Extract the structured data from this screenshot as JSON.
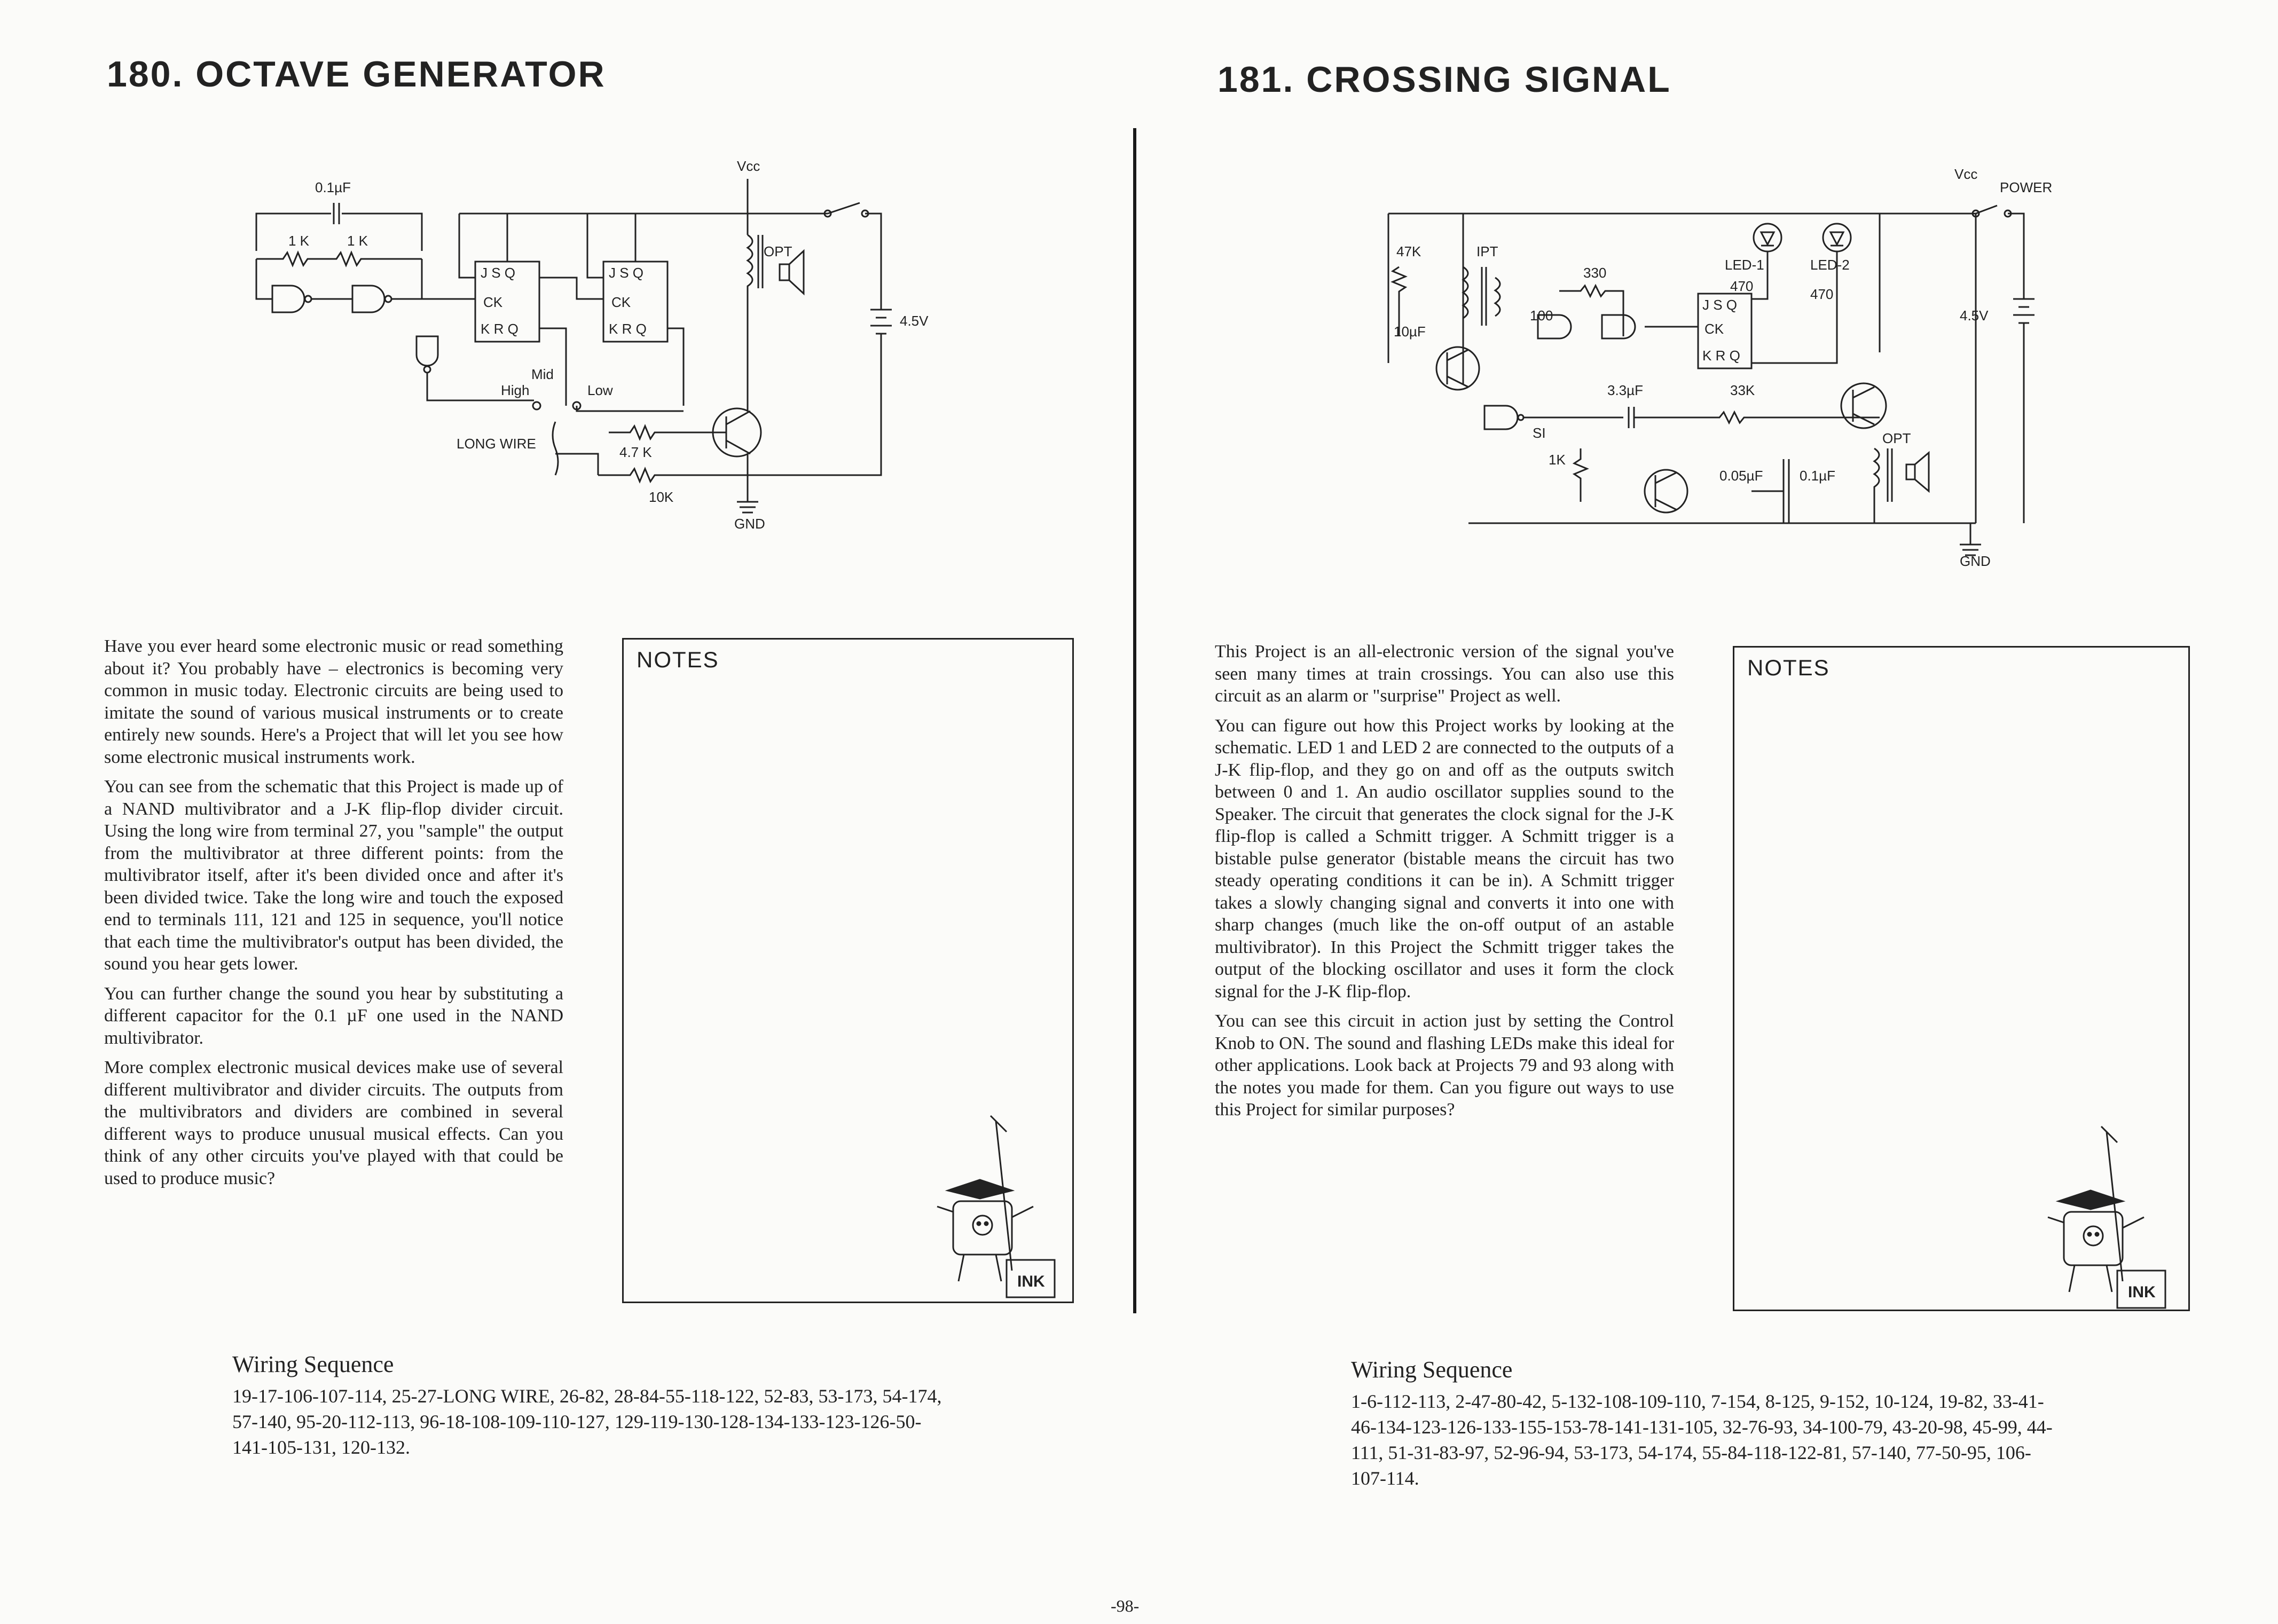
{
  "left": {
    "title": "180. OCTAVE GENERATOR",
    "schematic": {
      "labels": {
        "cap": "0.1µF",
        "r1": "1 K",
        "r2": "1 K",
        "vcc": "Vcc",
        "opt": "OPT",
        "battery": "4.5V",
        "mid": "Mid",
        "high": "High",
        "low": "Low",
        "long_wire": "LONG WIRE",
        "r3": "4.7 K",
        "r4": "10K",
        "gnd": "GND"
      }
    },
    "paragraphs": [
      "Have you ever heard some electronic music or read something about it? You probably have – electronics is becoming very common in music today. Electronic circuits are being used to imitate the sound of various musical instruments or to create entirely new sounds. Here's a Project that will let you see how some electronic musical instruments work.",
      "You can see from the schematic that this Project is made up of a NAND multivibrator and a J-K flip-flop divider circuit. Using the long wire from terminal 27, you \"sample\" the output from the multivibrator at three different points: from the multivibrator itself, after it's been divided once and after it's been divided twice. Take the long wire and touch the exposed end to terminals 111, 121 and 125 in sequence, you'll notice that each time the multivibrator's output has been divided, the sound you hear gets lower.",
      "You can further change the sound you hear by substituting a different capacitor for the 0.1 µF one used in the NAND multivibrator.",
      "More complex electronic musical devices make use of several different multivibrator and divider circuits. The outputs from the multivibrators and dividers are combined in several different ways to produce unusual musical effects. Can you think of any other circuits you've played with that could be used to produce music?"
    ],
    "notes_label": "NOTES",
    "wiring_title": "Wiring Sequence",
    "wiring_text": "19-17-106-107-114, 25-27-LONG WIRE, 26-82, 28-84-55-118-122, 52-83, 53-173, 54-174, 57-140, 95-20-112-113, 96-18-108-109-110-127, 129-119-130-128-134-133-123-126-50-141-105-131, 120-132."
  },
  "right": {
    "title": "181. CROSSING SIGNAL",
    "schematic": {
      "labels": {
        "r47k": "47K",
        "ipt": "IPT",
        "cap10": "10µF",
        "r100": "100",
        "r330": "330",
        "led1": "LED-1",
        "led2": "LED-2",
        "r470a": "470",
        "r470b": "470",
        "vcc": "Vcc",
        "power": "POWER",
        "battery": "4.5V",
        "cap35": "3.3µF",
        "r33k": "33K",
        "si": "SI",
        "r1k": "1K",
        "c005": "0.05µF",
        "c01": "0.1µF",
        "opt": "OPT",
        "gnd": "GND"
      }
    },
    "paragraphs": [
      "This Project is an all-electronic version of the signal you've seen many times at train crossings. You can also use this circuit as an alarm or \"surprise\" Project as well.",
      "You can figure out how this Project works by looking at the schematic. LED 1 and LED 2 are connected to the outputs of a J-K flip-flop, and they go on and off as the outputs switch between 0 and 1. An audio oscillator supplies sound to the Speaker. The circuit that generates the clock signal for the J-K flip-flop is called a Schmitt trigger. A Schmitt trigger is a bistable pulse generator (bistable means the circuit has two steady operating conditions it can be in). A Schmitt trigger takes a slowly changing signal and converts it into one with sharp changes (much like the on-off output of an astable multivibrator). In this Project the Schmitt trigger takes the output of the blocking oscillator and uses it form the clock signal for the J-K flip-flop.",
      "You can see this circuit in action just by setting the Control Knob to ON. The sound and flashing LEDs make this ideal for other applications. Look back at Projects 79 and 93 along with the notes you made for them. Can you figure out ways to use this Project for similar purposes?"
    ],
    "notes_label": "NOTES",
    "wiring_title": "Wiring Sequence",
    "wiring_text": "1-6-112-113, 2-47-80-42, 5-132-108-109-110, 7-154, 8-125, 9-152, 10-124, 19-82, 33-41-46-134-123-126-133-155-153-78-141-131-105, 32-76-93, 34-100-79, 43-20-98, 45-99, 44-111, 51-31-83-97, 52-96-94, 53-173, 54-174, 55-84-118-122-81, 57-140, 77-50-95, 106-107-114."
  },
  "mascot_label": "INK",
  "page_number": "-98-"
}
